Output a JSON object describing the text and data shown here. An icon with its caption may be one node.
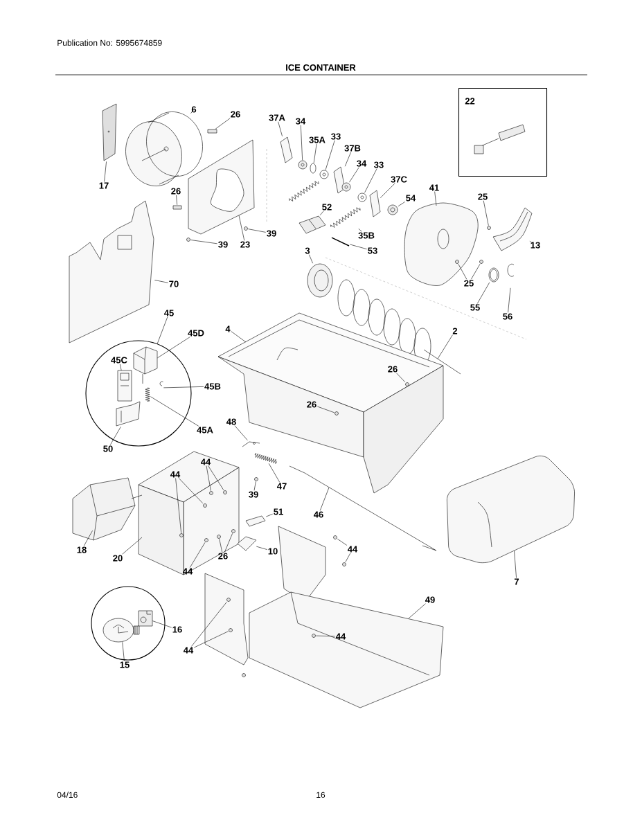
{
  "diagram": {
    "title": "ICE CONTAINER",
    "nodes": [
      {
        "text": [
          "22"
        ]
      },
      {
        "text": [
          "6"
        ]
      },
      {
        "text": [
          "26"
        ]
      },
      {
        "text": [
          "37A"
        ]
      },
      {
        "text": [
          "34"
        ]
      },
      {
        "text": [
          "35A"
        ]
      },
      {
        "text": [
          "33"
        ]
      },
      {
        "text": [
          "37B"
        ]
      },
      {
        "text": [
          "34"
        ]
      },
      {
        "text": [
          "33"
        ]
      },
      {
        "text": [
          "37C"
        ]
      },
      {
        "text": [
          "41"
        ]
      },
      {
        "text": [
          "25"
        ]
      },
      {
        "text": [
          "54"
        ]
      },
      {
        "text": [
          "17"
        ]
      },
      {
        "text": [
          "26"
        ]
      },
      {
        "text": [
          "52"
        ]
      },
      {
        "text": [
          "39"
        ]
      },
      {
        "text": [
          "35B"
        ]
      },
      {
        "text": [
          "23"
        ]
      },
      {
        "text": [
          "39"
        ]
      },
      {
        "text": [
          "13"
        ]
      },
      {
        "text": [
          "53"
        ]
      },
      {
        "text": [
          "3"
        ]
      },
      {
        "text": [
          "70"
        ]
      },
      {
        "text": [
          "25"
        ]
      },
      {
        "text": [
          "55"
        ]
      },
      {
        "text": [
          "56"
        ]
      },
      {
        "text": [
          "45"
        ]
      },
      {
        "text": [],
        "shape": "circle"
      },
      {
        "text": [
          "45D"
        ]
      },
      {
        "text": [
          "4"
        ]
      },
      {
        "text": [
          "2"
        ]
      },
      {
        "text": [
          "45C"
        ],
        "in": 29
      },
      {
        "text": [
          "26"
        ]
      },
      {
        "text": [
          "45B"
        ]
      },
      {
        "text": [
          "26"
        ]
      },
      {
        "text": [
          "48"
        ]
      },
      {
        "text": [
          "45A"
        ]
      },
      {
        "text": [
          "50"
        ]
      },
      {
        "text": [
          "44"
        ]
      },
      {
        "text": [
          "44"
        ]
      },
      {
        "text": [
          "47"
        ]
      },
      {
        "text": [
          "39"
        ]
      },
      {
        "text": [
          "51"
        ]
      },
      {
        "text": [
          "46"
        ]
      },
      {
        "text": [
          "18"
        ]
      },
      {
        "text": [
          "10"
        ]
      },
      {
        "text": [
          "26"
        ]
      },
      {
        "text": [
          "44"
        ]
      },
      {
        "text": [
          "20"
        ]
      },
      {
        "text": [
          "7"
        ]
      },
      {
        "text": [
          "44"
        ]
      },
      {
        "text": [
          "49"
        ]
      },
      {
        "text": [],
        "shape": "circle"
      },
      {
        "text": [
          "16"
        ]
      },
      {
        "text": [
          "44"
        ]
      },
      {
        "text": [
          "15"
        ]
      },
      {
        "text": [
          "44"
        ]
      },
      {
        "text": [],
        "shape": "picture",
        "in": 29
      },
      {
        "text": [],
        "shape": "picture",
        "in": 29
      },
      {
        "text": [],
        "shape": "picture",
        "in": 29
      },
      {
        "text": [],
        "shape": "picture",
        "in": 29
      },
      {
        "text": [],
        "shape": "picture",
        "in": 29
      },
      {
        "text": [],
        "shape": "picture",
        "in": 54
      },
      {
        "text": [],
        "shape": "picture",
        "in": 54
      },
      {
        "text": [],
        "shape": "picture"
      },
      {
        "text": [],
        "shape": "picture"
      },
      {
        "text": [],
        "shape": "box"
      },
      {
        "text": [],
        "shape": "picture"
      },
      {
        "text": [],
        "shape": "picture"
      },
      {
        "text": [],
        "shape": "picture"
      },
      {
        "text": [],
        "shape": "picture"
      },
      {
        "text": [],
        "shape": "picture"
      },
      {
        "text": [],
        "shape": "picture"
      },
      {
        "text": [],
        "shape": "picture"
      },
      {
        "text": [],
        "shape": "picture"
      },
      {
        "text": [],
        "shape": "circle"
      },
      {
        "text": [],
        "shape": "picture"
      },
      {
        "text": [],
        "shape": "box"
      },
      {
        "text": [],
        "shape": "picture"
      },
      {
        "text": [],
        "shape": "circle"
      },
      {
        "text": [],
        "shape": "picture"
      },
      {
        "text": [],
        "shape": "circle"
      },
      {
        "text": [],
        "shape": "picture"
      },
      {
        "text": [],
        "shape": "picture"
      },
      {
        "text": [],
        "shape": "picture"
      },
      {
        "text": [],
        "shape": "picture"
      },
      {
        "text": [],
        "shape": "circle"
      },
      {
        "text": [],
        "shape": "circle"
      },
      {
        "text": [],
        "shape": "picture"
      },
      {
        "text": [],
        "shape": "picture"
      },
      {
        "text": [],
        "shape": "circle"
      },
      {
        "text": [],
        "shape": "circle"
      },
      {
        "text": [],
        "shape": "picture"
      },
      {
        "text": [],
        "shape": "circle"
      },
      {
        "text": [],
        "shape": "circle"
      },
      {
        "text": [],
        "shape": "circle"
      },
      {
        "text": [],
        "shape": "circle"
      },
      {
        "text": [],
        "shape": "picture"
      },
      {
        "text": [],
        "shape": "circle"
      },
      {
        "text": [],
        "shape": "picture"
      },
      {
        "text": [],
        "shape": "picture"
      },
      {
        "text": [],
        "shape": "picture"
      },
      {
        "text": [],
        "shape": "circle"
      },
      {
        "text": [],
        "shape": "circle"
      },
      {
        "text": [],
        "shape": "circle"
      },
      {
        "text": [],
        "shape": "circle"
      },
      {
        "text": [],
        "shape": "picture"
      },
      {
        "text": [],
        "shape": "circle"
      },
      {
        "text": [],
        "shape": "circle"
      },
      {
        "text": [],
        "shape": "circle"
      },
      {
        "text": [],
        "shape": "circle"
      }
    ],
    "edges": [
      {
        "from": 1,
        "to": 67,
        "arrow": "none"
      },
      {
        "from": 2,
        "to": 68,
        "arrow": "none"
      },
      {
        "from": 3,
        "to": 69,
        "arrow": "none"
      },
      {
        "from": 4,
        "to": 70,
        "arrow": "none"
      },
      {
        "from": 5,
        "to": 71,
        "arrow": "none"
      },
      {
        "from": 6,
        "to": 72,
        "arrow": "none"
      },
      {
        "from": 7,
        "to": 73,
        "arrow": "none"
      },
      {
        "from": 8,
        "to": 74,
        "arrow": "none"
      },
      {
        "from": 9,
        "to": 75,
        "arrow": "none"
      },
      {
        "from": 10,
        "to": 76,
        "arrow": "none"
      },
      {
        "from": 11,
        "to": null,
        "arrow": "none"
      },
      {
        "from": 12,
        "to": 77,
        "arrow": "none"
      },
      {
        "from": 13,
        "to": 78,
        "arrow": "none"
      },
      {
        "from": 14,
        "to": 66,
        "arrow": "none"
      },
      {
        "from": 15,
        "to": 79,
        "arrow": "none"
      },
      {
        "from": 16,
        "to": 80,
        "arrow": "none"
      },
      {
        "from": 17,
        "to": 81,
        "arrow": "none"
      },
      {
        "from": 18,
        "to": 82,
        "arrow": "none"
      },
      {
        "from": 19,
        "to": null,
        "arrow": "none"
      },
      {
        "from": 20,
        "to": 83,
        "arrow": "none"
      },
      {
        "from": 21,
        "to": 84,
        "arrow": "none"
      },
      {
        "from": 22,
        "to": 85,
        "arrow": "none"
      },
      {
        "from": 23,
        "to": 86,
        "arrow": "none"
      },
      {
        "from": 24,
        "to": 87,
        "arrow": "none"
      },
      {
        "from": 25,
        "to": 88,
        "arrow": "none"
      },
      {
        "from": 25,
        "to": 89,
        "arrow": "none"
      },
      {
        "from": 26,
        "to": 90,
        "arrow": "none"
      },
      {
        "from": 27,
        "to": 91,
        "arrow": "none"
      },
      {
        "from": 28,
        "to": 29,
        "arrow": "none"
      },
      {
        "from": 30,
        "to": 59,
        "arrow": "none"
      },
      {
        "from": 31,
        "to": null,
        "arrow": "none"
      },
      {
        "from": 32,
        "to": null,
        "arrow": "none"
      },
      {
        "from": 33,
        "to": 60,
        "arrow": "none"
      },
      {
        "from": 34,
        "to": 92,
        "arrow": "none"
      },
      {
        "from": 35,
        "to": 61,
        "arrow": "none"
      },
      {
        "from": 36,
        "to": 93,
        "arrow": "none"
      },
      {
        "from": 37,
        "to": 94,
        "arrow": "none"
      },
      {
        "from": 38,
        "to": 62,
        "arrow": "none"
      },
      {
        "from": 39,
        "to": 63,
        "arrow": "none"
      },
      {
        "from": 40,
        "to": 95,
        "arrow": "none"
      },
      {
        "from": 40,
        "to": 96,
        "arrow": "none"
      },
      {
        "from": 41,
        "to": 97,
        "arrow": "none"
      },
      {
        "from": 41,
        "to": 98,
        "arrow": "none"
      },
      {
        "from": 42,
        "to": 99,
        "arrow": "none"
      },
      {
        "from": 43,
        "to": 100,
        "arrow": "none"
      },
      {
        "from": 44,
        "to": 101,
        "arrow": "none"
      },
      {
        "from": 45,
        "to": null,
        "arrow": "none"
      },
      {
        "from": 46,
        "to": 102,
        "arrow": "none"
      },
      {
        "from": 47,
        "to": 103,
        "arrow": "none"
      },
      {
        "from": 48,
        "to": 104,
        "arrow": "none"
      },
      {
        "from": 48,
        "to": 105,
        "arrow": "none"
      },
      {
        "from": 49,
        "to": 106,
        "arrow": "none"
      },
      {
        "from": 49,
        "to": 107,
        "arrow": "none"
      },
      {
        "from": 50,
        "to": null,
        "arrow": "none"
      },
      {
        "from": 51,
        "to": 108,
        "arrow": "none"
      },
      {
        "from": 52,
        "to": 109,
        "arrow": "none"
      },
      {
        "from": 53,
        "to": null,
        "arrow": "none"
      },
      {
        "from": 55,
        "to": 64,
        "arrow": "none"
      },
      {
        "from": 56,
        "to": 110,
        "arrow": "none"
      },
      {
        "from": 57,
        "to": 65,
        "arrow": "none"
      },
      {
        "from": 58,
        "to": 111,
        "arrow": "none"
      },
      {
        "from": 58,
        "to": 112,
        "arrow": "none"
      }
    ],
    "labels": [
      "Publication No: 5995674859",
      "04/16",
      "16"
    ]
  }
}
